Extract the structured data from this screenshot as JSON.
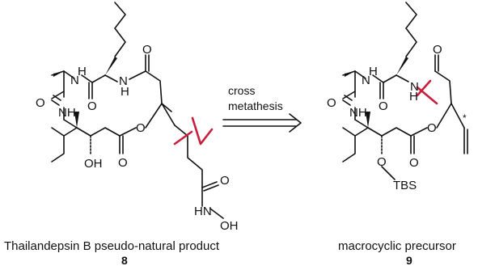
{
  "arrow": {
    "line1": "cross",
    "line2": "metathesis"
  },
  "left_compound": {
    "caption": "Thailandepsin B pseudo-natural product",
    "number": "8",
    "atoms": {
      "nh_top_left": "H",
      "n_top_left": "N",
      "nh_top_mid": "N",
      "h_top_mid": "H",
      "o_ketone_top": "O",
      "o_left": "O",
      "nh_left": "NH",
      "o_amide_mid": "O",
      "oh": "OH",
      "o_ester_c": "O",
      "o_ester_ring": "O",
      "o_hydroxamic": "O",
      "hn": "HN",
      "oh_terminal": "OH"
    }
  },
  "right_compound": {
    "caption": "macrocyclic precursor",
    "number": "9",
    "atoms": {
      "nh_top_left": "H",
      "n_top_left": "N",
      "n_top_mid": "N",
      "h_top_mid": "H",
      "o_ketone_top": "O",
      "o_left": "O",
      "nh_left": "NH",
      "o_amide_mid": "O",
      "o_ester_c": "O",
      "o_ester_ring": "O",
      "o_tbs": "O",
      "tbs": "TBS",
      "star": "*"
    }
  },
  "colors": {
    "bond": "#111111",
    "highlight": "#c81e3c",
    "background": "#ffffff"
  }
}
